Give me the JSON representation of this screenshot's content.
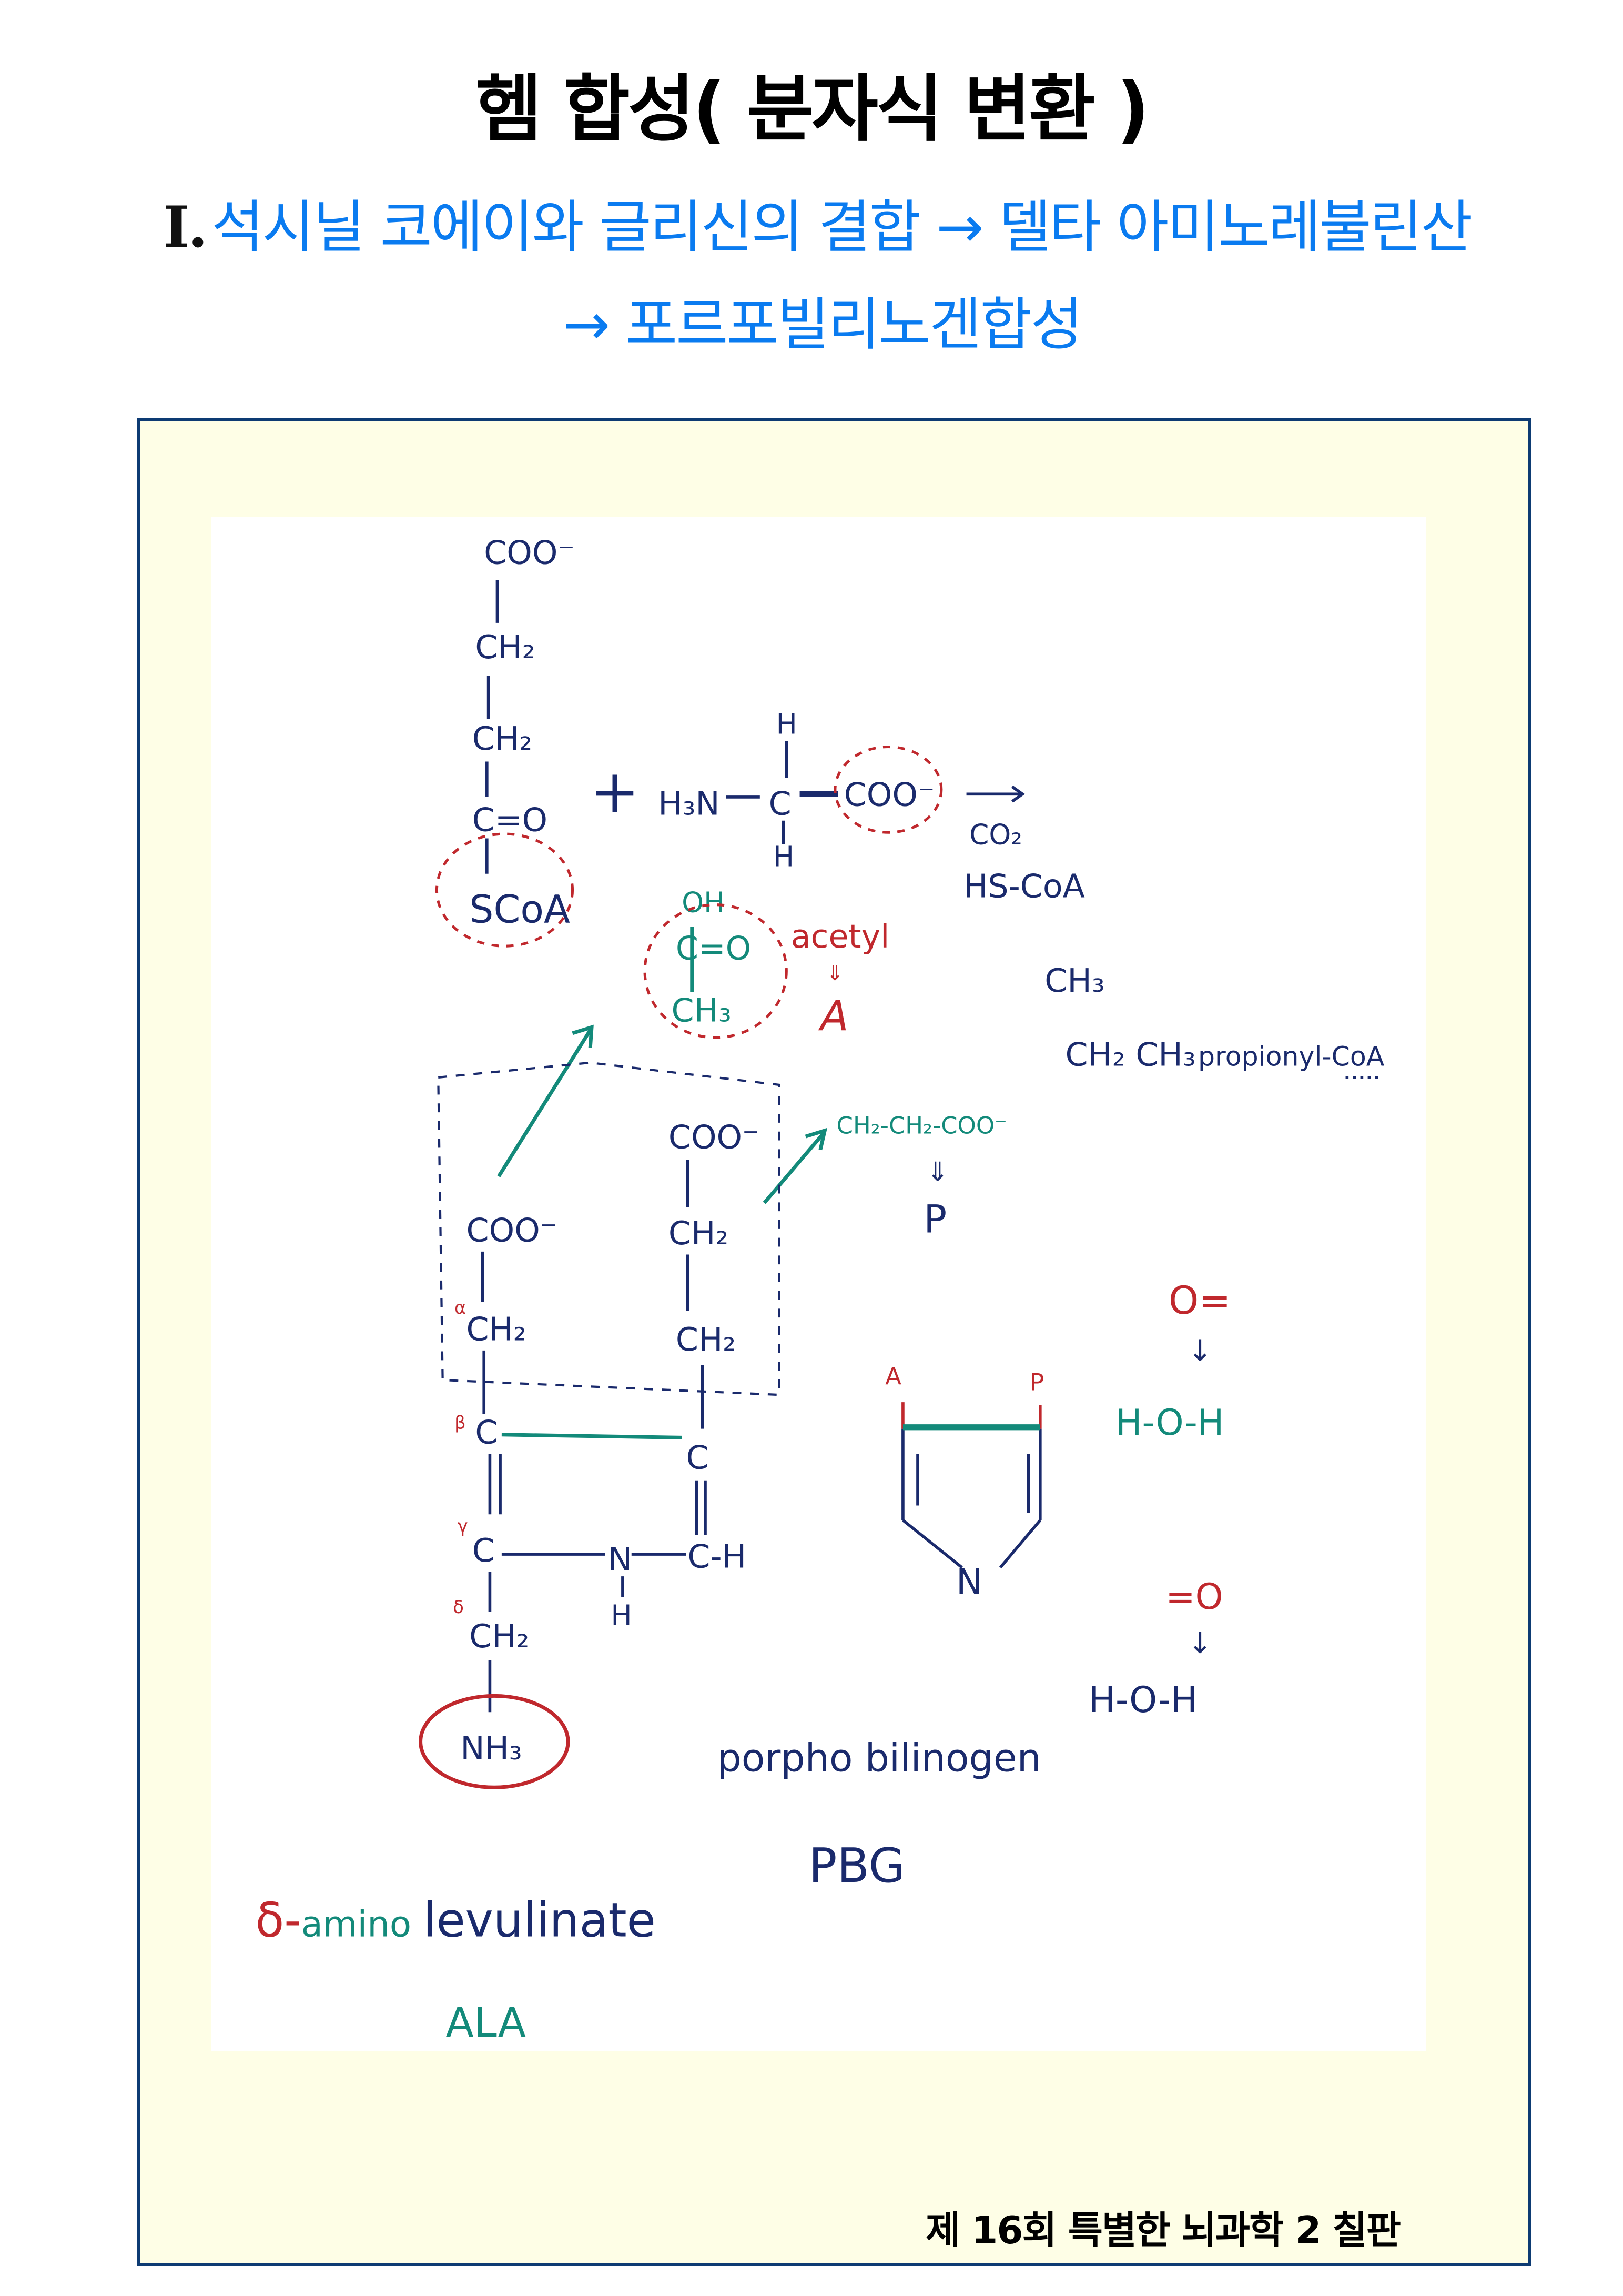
{
  "header": {
    "title": "헴 합성( 분자식 변환 )",
    "section_numeral": "I.",
    "line1": "석시닐 코에이와 글리신의 결합  → 델타 아미노레불린산",
    "line2": "→ 포르포빌리노겐합성"
  },
  "drawing": {
    "succinyl": {
      "coo": "COO⁻",
      "ch2a": "CH₂",
      "ch2b": "CH₂",
      "co": "C=O",
      "scoa": "SCoA"
    },
    "plus": "+",
    "glycine": {
      "h3n": "H₃N",
      "c": "C",
      "h_top": "H",
      "h_bottom": "H",
      "coo": "COO⁻"
    },
    "byproducts": {
      "co2": "CO₂",
      "hscoa": "HS-CoA"
    },
    "acetyl": {
      "oh": "OH",
      "co": "C=O",
      "ch3": "CH₃",
      "label": "acetyl",
      "arrow": "⇓",
      "letter": "A"
    },
    "propionyl": {
      "ch3": "CH₃",
      "ch2ch3": "CH₂ CH₃",
      "label": "propionyl-CoA"
    },
    "propionate": {
      "chain": "CH₂-CH₂-COO⁻",
      "arrow": "⇓",
      "letter": "P"
    },
    "pbg_structure": {
      "right_coo": "COO⁻",
      "right_ch2a": "CH₂",
      "right_ch2b": "CH₂",
      "right_c": "C",
      "right_ch": "C-H",
      "left_coo": "COO⁻",
      "left_ch2": "CH₂",
      "left_c1": "C",
      "left_c2": "C",
      "n": "N",
      "nh": "H",
      "left_ch2b": "CH₂",
      "nh3": "NH₃",
      "alpha": "α",
      "beta": "β",
      "gamma": "γ",
      "delta": "δ"
    },
    "ring": {
      "a": "A",
      "p": "P",
      "n": "N"
    },
    "water1": {
      "o": "O=",
      "arrow": "↓",
      "hoh": "H-O-H"
    },
    "water2": {
      "o": "=O",
      "arrow": "↓",
      "hoh": "H-O-H"
    },
    "pbg_name": "porpho bilinogen",
    "pbg_abbr": "PBG",
    "ala_name": {
      "delta": "δ-",
      "amino": "amino",
      "levulinate": "levulinate"
    },
    "ala_abbr": "ALA"
  },
  "footer": "제 16회 특별한 뇌과학 2 칠판",
  "colors": {
    "blue": "#0a7bf0",
    "navy": "#1a2a6c",
    "red": "#c0282d",
    "teal": "#138a7a",
    "panel_border": "#0d3b73",
    "panel_bg": "#fefee6"
  }
}
